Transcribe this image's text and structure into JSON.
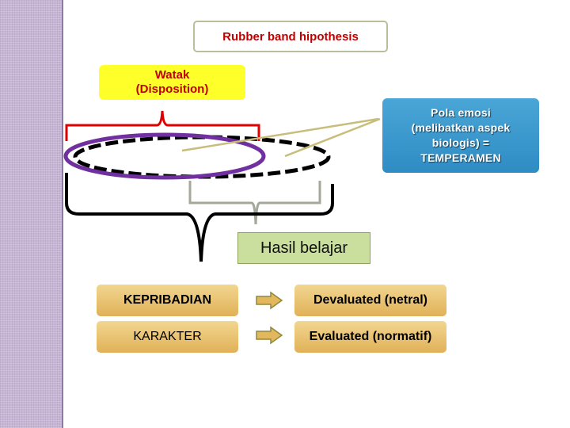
{
  "title": "Rubber band hipothesis",
  "watak": {
    "line1": "Watak",
    "line2": "(Disposition)"
  },
  "pola": {
    "line1": "Pola emosi",
    "line2": "(melibatkan aspek",
    "line3": "biologis) =",
    "line4": "TEMPERAMEN"
  },
  "hasil": "Hasil belajar",
  "rows": [
    {
      "left": "KEPRIBADIAN",
      "right": "Devaluated (netral)"
    },
    {
      "left": "KARAKTER",
      "right": "Evaluated (normatif)"
    }
  ],
  "colors": {
    "sidebar": "#c7b6d3",
    "title_text": "#c00000",
    "watak_fill": "#ffff2a",
    "pola_fill": "#3a99cf",
    "hasil_fill": "#cadf9e",
    "tan_fill": "#e8c171",
    "ellipse_purple": "#7030a0",
    "red_bracket": "#e00000"
  },
  "icons": [
    "right-arrow-icon",
    "right-arrow-icon"
  ]
}
